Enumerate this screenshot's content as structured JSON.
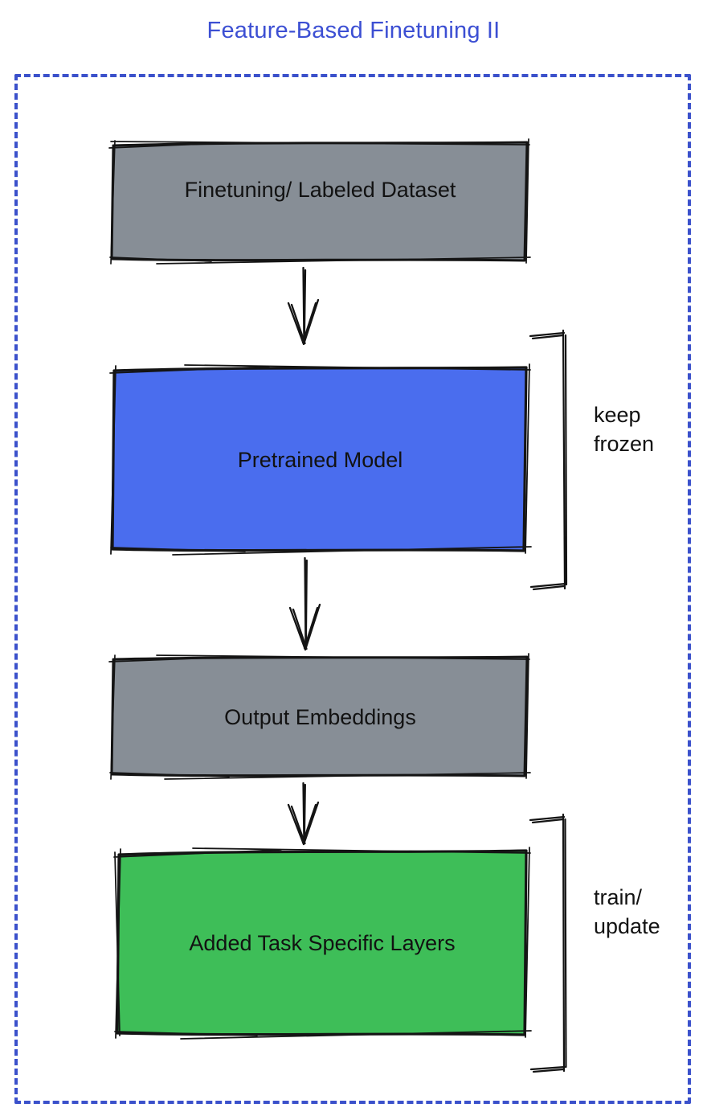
{
  "title": {
    "text": "Feature-Based Finetuning II"
  },
  "colors": {
    "title_text": "#3C4FD3",
    "frame_border": "#3B51CB",
    "node_gray": "#878E96",
    "node_blue": "#4A6DEE",
    "node_green": "#3EBE58",
    "sketch_stroke": "#141414"
  },
  "nodes": {
    "dataset": {
      "label": "Finetuning/ Labeled Dataset",
      "fill": "#878E96"
    },
    "pretrained": {
      "label": "Pretrained Model",
      "fill": "#4A6DEE"
    },
    "embeddings": {
      "label": "Output Embeddings",
      "fill": "#878E96"
    },
    "task_layers": {
      "label": "Added Task Specific Layers",
      "fill": "#3EBE58"
    }
  },
  "annotations": {
    "keep_frozen": {
      "line1": "keep",
      "line2": "frozen"
    },
    "train_update": {
      "line1": "train/",
      "line2": "update"
    }
  }
}
